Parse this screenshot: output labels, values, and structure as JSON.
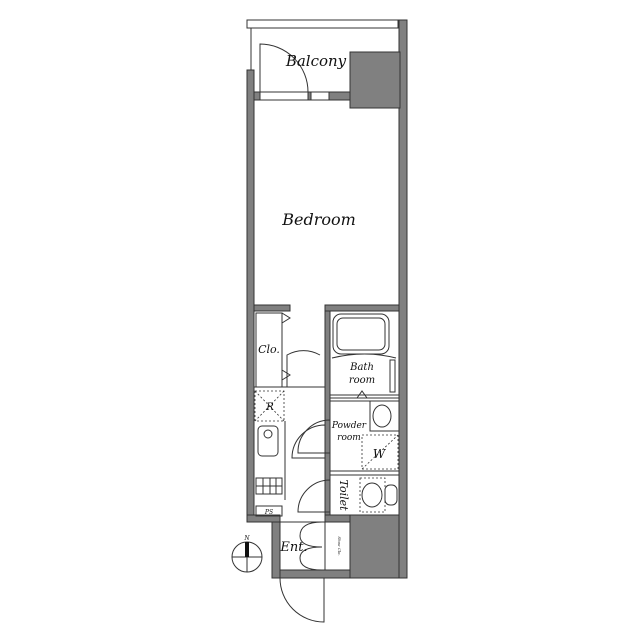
{
  "rooms": {
    "balcony": "Balcony",
    "bedroom": "Bedroom",
    "closet": "Clo.",
    "bath_line1": "Bath",
    "bath_line2": "room",
    "refrigerator": "R",
    "powder_line1": "Powder",
    "powder_line2": "room",
    "washer": "W",
    "toilet": "Toilet",
    "pipe_space": "PS",
    "entrance": "Ent.",
    "shoe_closet": "Shoe Clo."
  },
  "compass": {
    "north": "N"
  },
  "colors": {
    "wall": "#808080",
    "line": "#333333"
  }
}
